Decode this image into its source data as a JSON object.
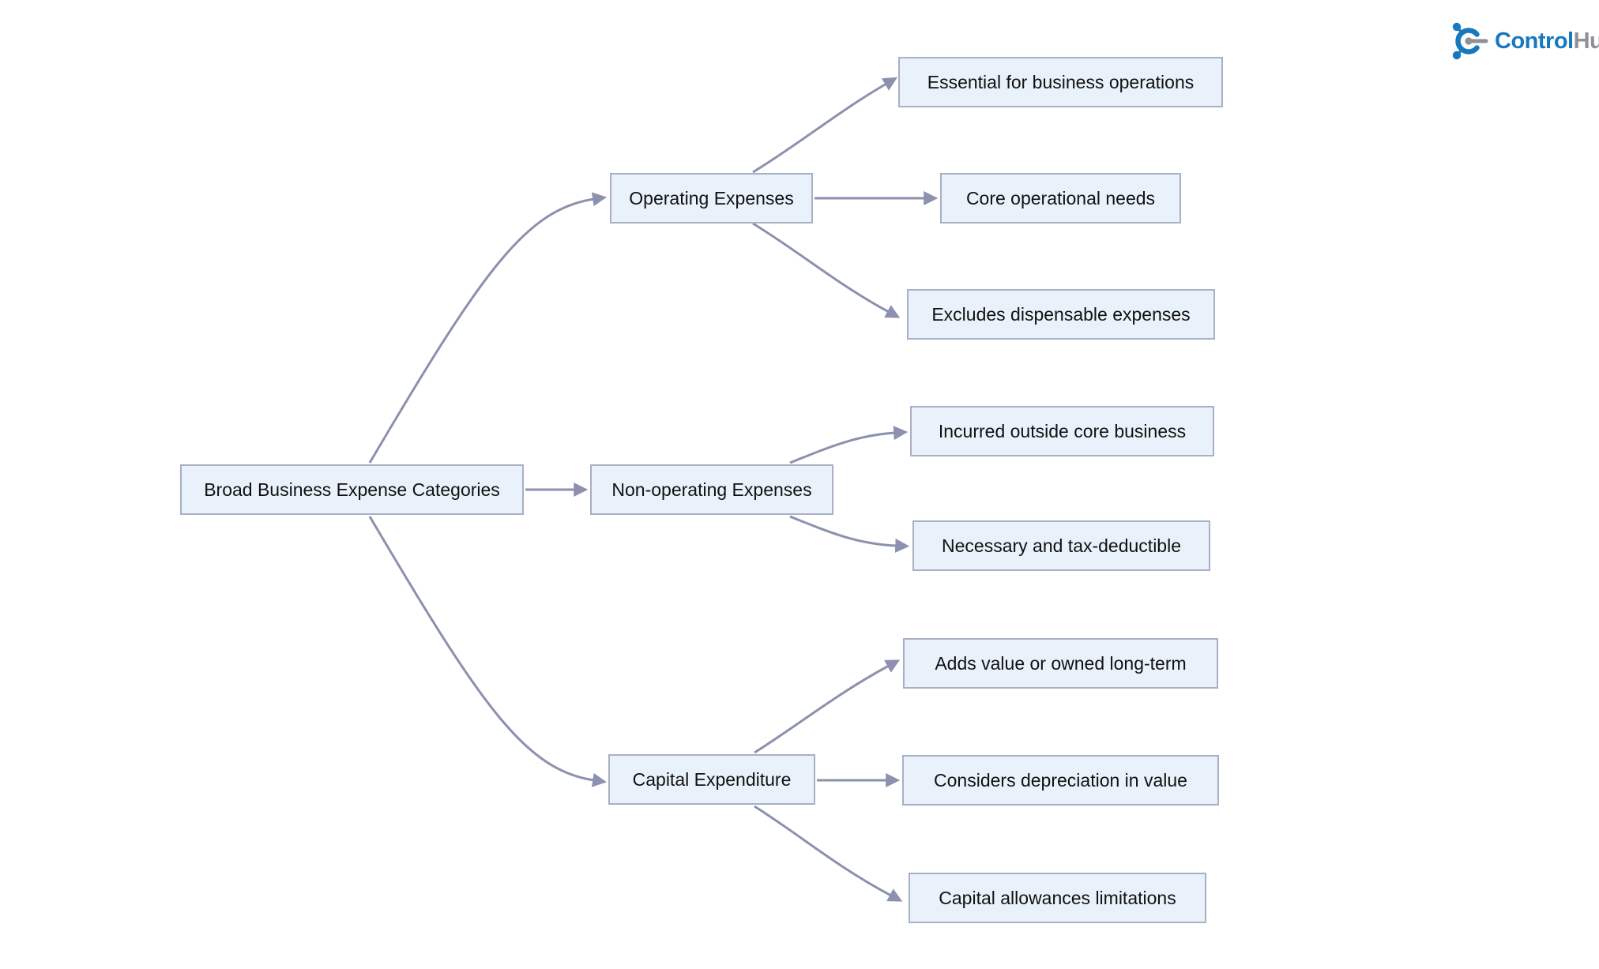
{
  "logo": {
    "brand_primary": "Control",
    "brand_secondary": "Hub",
    "primary_color": "#1878BE",
    "secondary_color": "#8E9094"
  },
  "diagram": {
    "type": "flowchart-left-to-right",
    "root": {
      "label": "Broad Business Expense Categories"
    },
    "branches": [
      {
        "label": "Operating Expenses",
        "children": [
          {
            "label": "Essential for business operations"
          },
          {
            "label": "Core operational needs"
          },
          {
            "label": "Excludes dispensable expenses"
          }
        ]
      },
      {
        "label": "Non-operating Expenses",
        "children": [
          {
            "label": "Incurred outside core business"
          },
          {
            "label": "Necessary and tax-deductible"
          }
        ]
      },
      {
        "label": "Capital Expenditure",
        "children": [
          {
            "label": "Adds value or owned long-term"
          },
          {
            "label": "Considers depreciation in value"
          },
          {
            "label": "Capital allowances limitations"
          }
        ]
      }
    ],
    "colors": {
      "node_fill": "#E9F2FB",
      "node_border": "#A9AFC4",
      "edge": "#8B91AE",
      "text": "#111111"
    }
  }
}
